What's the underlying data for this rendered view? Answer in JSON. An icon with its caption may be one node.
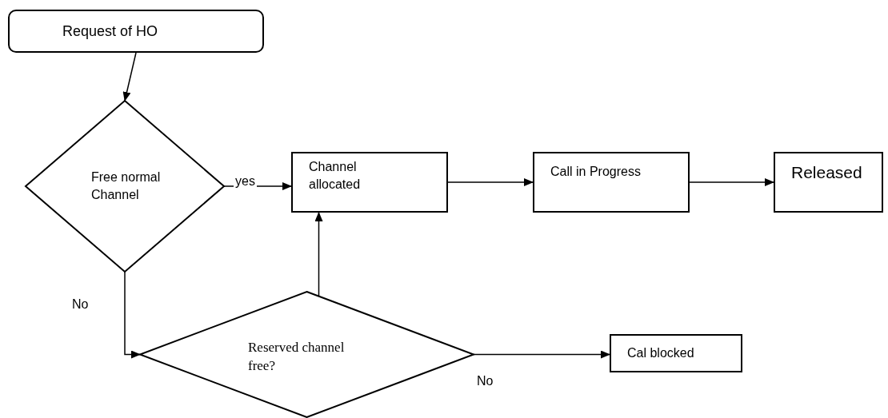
{
  "diagram": {
    "nodes": [
      {
        "text": [
          "Request of HO"
        ]
      },
      {
        "text": [
          "Free normal Channel"
        ]
      },
      {
        "text": [
          "Channel allocated"
        ]
      },
      {
        "text": [
          "Call in Progress"
        ]
      },
      {
        "text": [
          "Released"
        ]
      },
      {
        "text": [
          "Reserved channel free?"
        ]
      },
      {
        "text": [
          "Cal blocked"
        ]
      }
    ],
    "edges": [
      {
        "from": 0,
        "to": 1,
        "arrow": "to"
      },
      {
        "from": 1,
        "to": 2,
        "arrow": "to",
        "label": "yes"
      },
      {
        "from": 2,
        "to": 3,
        "arrow": "to"
      },
      {
        "from": 3,
        "to": 4,
        "arrow": "to"
      },
      {
        "from": 1,
        "to": 5,
        "arrow": "to",
        "label": "No"
      },
      {
        "from": 5,
        "to": 2,
        "arrow": "to"
      },
      {
        "from": 5,
        "to": 6,
        "arrow": "to",
        "label": "No"
      }
    ]
  }
}
